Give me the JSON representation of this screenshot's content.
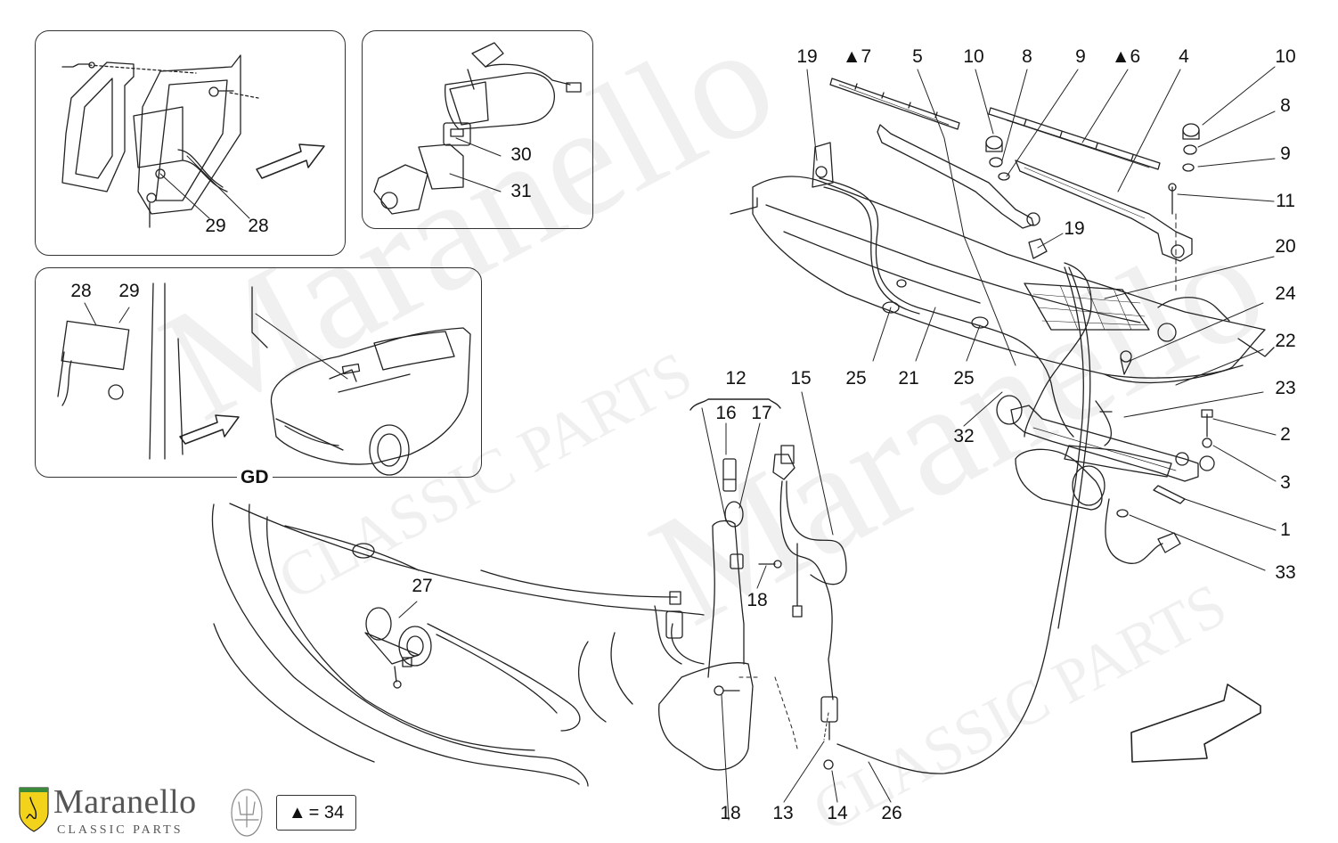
{
  "group_label": "GD",
  "brand": {
    "name": "Maranello",
    "subtitle": "CLASSIC PARTS",
    "colors": {
      "text": "#555555",
      "shield_yellow": "#f2d21b",
      "shield_dark": "#111111"
    }
  },
  "legend": {
    "symbol": "▲",
    "text": "= 34"
  },
  "watermark": {
    "word": "Maranello",
    "sub": "CLASSIC PARTS"
  },
  "callouts": {
    "c19a": "19",
    "c7": "▲7",
    "c5": "5",
    "c10a": "10",
    "c8a": "8",
    "c9a": "9",
    "c6": "▲6",
    "c4": "4",
    "c10b": "10",
    "c8b": "8",
    "c9b": "9",
    "c11": "11",
    "c19b": "19",
    "c20": "20",
    "c24": "24",
    "c22": "22",
    "c23": "23",
    "c2": "2",
    "c3": "3",
    "c1": "1",
    "c33": "33",
    "c25a": "25",
    "c21": "21",
    "c25b": "25",
    "c32": "32",
    "c12": "12",
    "c16": "16",
    "c17": "17",
    "c15": "15",
    "c18a": "18",
    "c18b": "18",
    "c13": "13",
    "c14": "14",
    "c26": "26",
    "c27": "27",
    "c30": "30",
    "c31": "31",
    "c29a": "29",
    "c28a": "28",
    "c28b": "28",
    "c29b": "29"
  }
}
